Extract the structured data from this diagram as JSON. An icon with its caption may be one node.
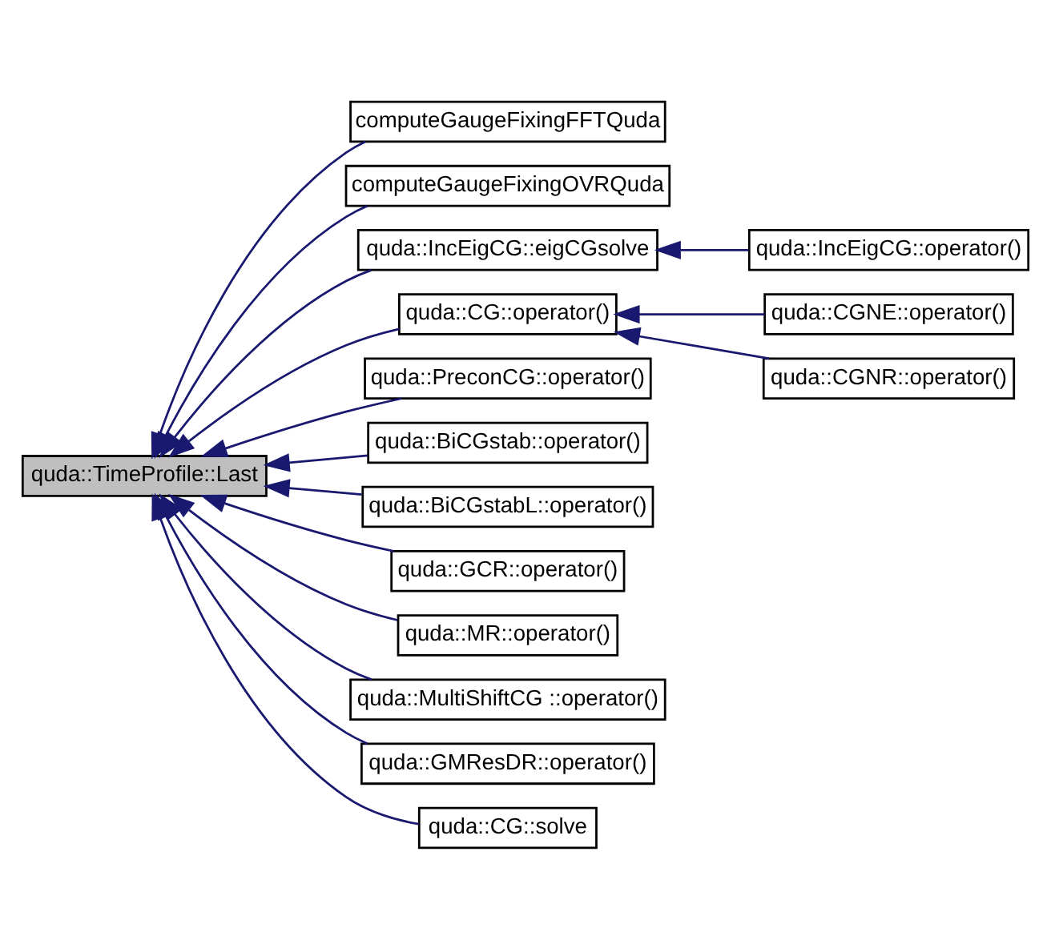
{
  "diagram": {
    "nodes": [
      {
        "text": [
          "quda::TimeProfile::Last"
        ]
      },
      {
        "text": [
          "computeGaugeFixingFFTQuda"
        ]
      },
      {
        "text": [
          "computeGaugeFixingOVRQuda"
        ]
      },
      {
        "text": [
          "quda::IncEigCG::eigCGsolve"
        ]
      },
      {
        "text": [
          "quda::IncEigCG::operator()"
        ]
      },
      {
        "text": [
          "quda::CG::operator()"
        ]
      },
      {
        "text": [
          "quda::CGNE::operator()"
        ]
      },
      {
        "text": [
          "quda::CGNR::operator()"
        ]
      },
      {
        "text": [
          "quda::PreconCG::operator()"
        ]
      },
      {
        "text": [
          "quda::BiCGstab::operator()"
        ]
      },
      {
        "text": [
          "quda::BiCGstabL::operator()"
        ]
      },
      {
        "text": [
          "quda::GCR::operator()"
        ]
      },
      {
        "text": [
          "quda::MR::operator()"
        ]
      },
      {
        "text": [
          "quda::MultiShiftCG ::operator()"
        ]
      },
      {
        "text": [
          "quda::GMResDR::operator()"
        ]
      },
      {
        "text": [
          "quda::CG::solve"
        ]
      }
    ],
    "edges": [
      {
        "from": 1,
        "to": 0,
        "arrow": "to"
      },
      {
        "from": 2,
        "to": 0,
        "arrow": "to"
      },
      {
        "from": 3,
        "to": 0,
        "arrow": "to"
      },
      {
        "from": 4,
        "to": 3,
        "arrow": "to"
      },
      {
        "from": 5,
        "to": 0,
        "arrow": "to"
      },
      {
        "from": 6,
        "to": 5,
        "arrow": "to"
      },
      {
        "from": 7,
        "to": 5,
        "arrow": "to"
      },
      {
        "from": 8,
        "to": 0,
        "arrow": "to"
      },
      {
        "from": 9,
        "to": 0,
        "arrow": "to"
      },
      {
        "from": 10,
        "to": 0,
        "arrow": "to"
      },
      {
        "from": 11,
        "to": 0,
        "arrow": "to"
      },
      {
        "from": 12,
        "to": 0,
        "arrow": "to"
      },
      {
        "from": 13,
        "to": 0,
        "arrow": "to"
      },
      {
        "from": 14,
        "to": 0,
        "arrow": "to"
      },
      {
        "from": 15,
        "to": 0,
        "arrow": "to"
      }
    ]
  }
}
